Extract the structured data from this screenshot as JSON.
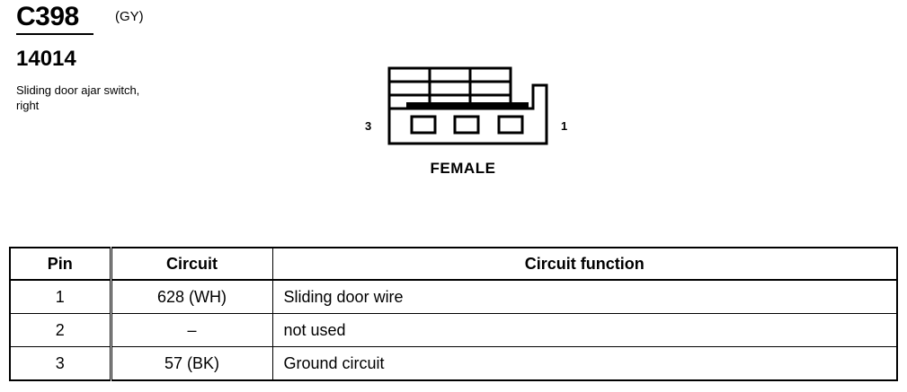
{
  "connector": {
    "code": "C398",
    "color": "(GY)",
    "part_number": "14014",
    "description": "Sliding door ajar switch, right",
    "gender": "FEMALE",
    "pin_left": "3",
    "pin_right": "1"
  },
  "table": {
    "headers": [
      "Pin",
      "Circuit",
      "Circuit function"
    ],
    "rows": [
      {
        "pin": "1",
        "circuit": "628 (WH)",
        "function": "Sliding door wire"
      },
      {
        "pin": "2",
        "circuit": "–",
        "function": "not used"
      },
      {
        "pin": "3",
        "circuit": "57 (BK)",
        "function": "Ground circuit"
      }
    ]
  }
}
